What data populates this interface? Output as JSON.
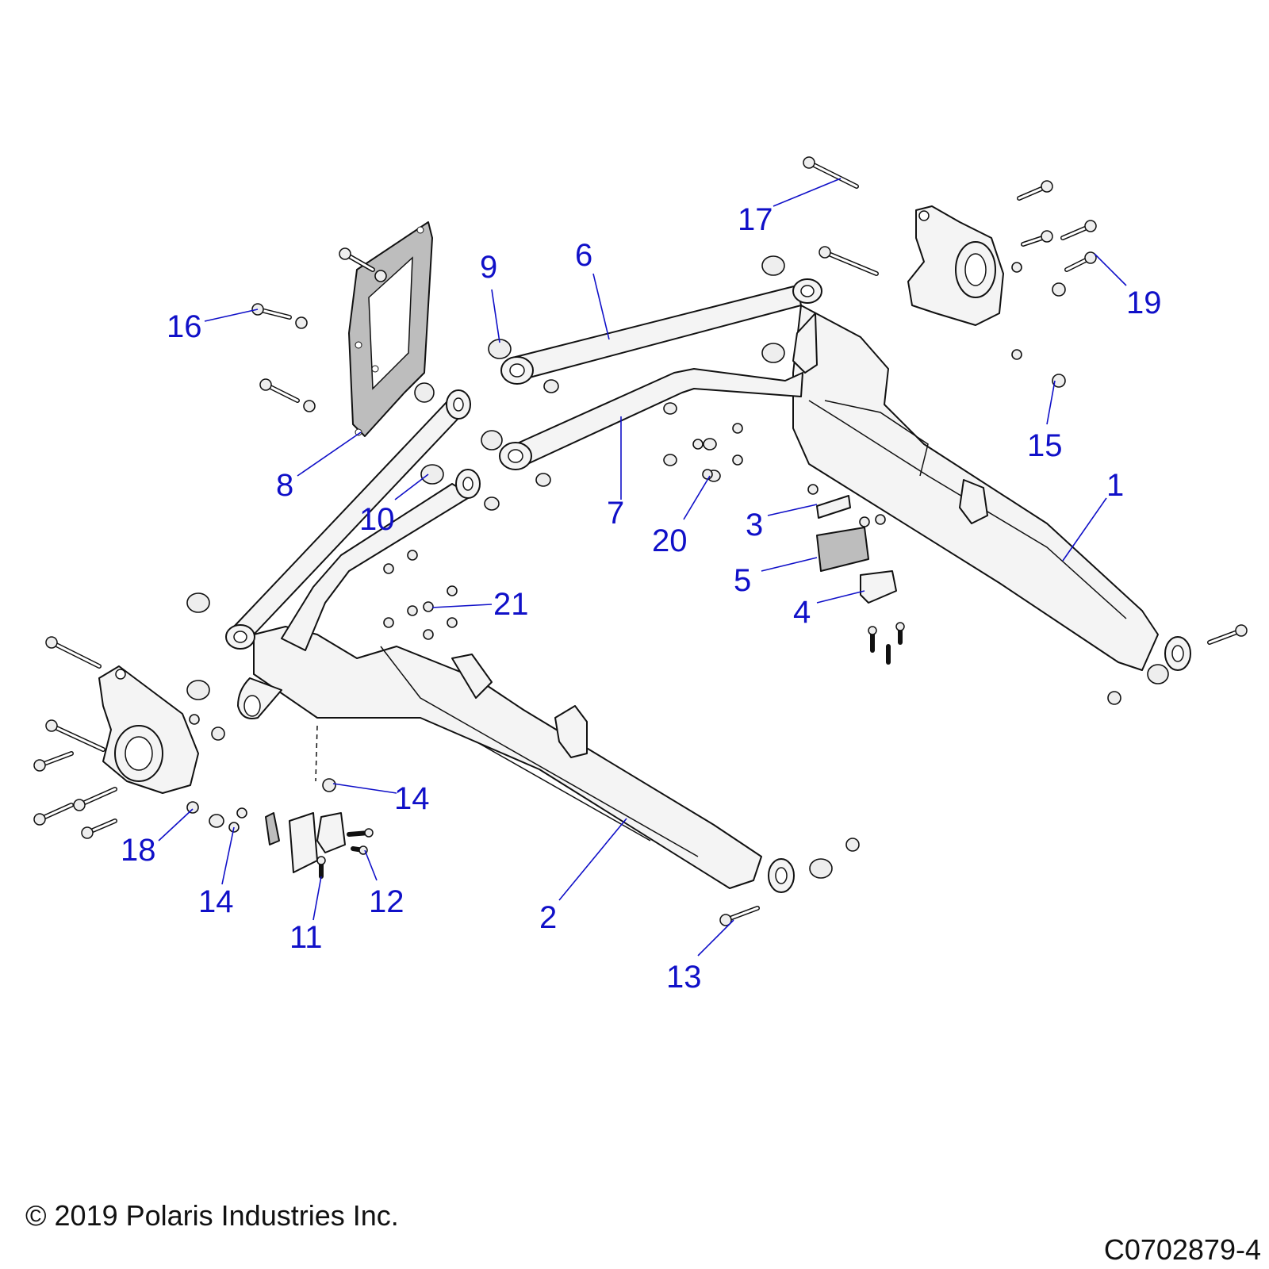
{
  "callouts": [
    {
      "id": "1",
      "text": "1"
    },
    {
      "id": "2",
      "text": "2"
    },
    {
      "id": "3",
      "text": "3"
    },
    {
      "id": "4",
      "text": "4"
    },
    {
      "id": "5",
      "text": "5"
    },
    {
      "id": "6",
      "text": "6"
    },
    {
      "id": "7",
      "text": "7"
    },
    {
      "id": "8",
      "text": "8"
    },
    {
      "id": "9",
      "text": "9"
    },
    {
      "id": "10",
      "text": "10"
    },
    {
      "id": "11",
      "text": "11"
    },
    {
      "id": "12",
      "text": "12"
    },
    {
      "id": "13",
      "text": "13"
    },
    {
      "id": "14a",
      "text": "14"
    },
    {
      "id": "14b",
      "text": "14"
    },
    {
      "id": "15",
      "text": "15"
    },
    {
      "id": "16",
      "text": "16"
    },
    {
      "id": "17",
      "text": "17"
    },
    {
      "id": "18",
      "text": "18"
    },
    {
      "id": "19",
      "text": "19"
    },
    {
      "id": "20",
      "text": "20"
    },
    {
      "id": "21",
      "text": "21"
    }
  ],
  "footer": {
    "copyright": "© 2019 Polaris Industries Inc.",
    "drawing_number": "C0702879-4"
  },
  "colors": {
    "callout": "#1010c8",
    "line": "#111111"
  }
}
